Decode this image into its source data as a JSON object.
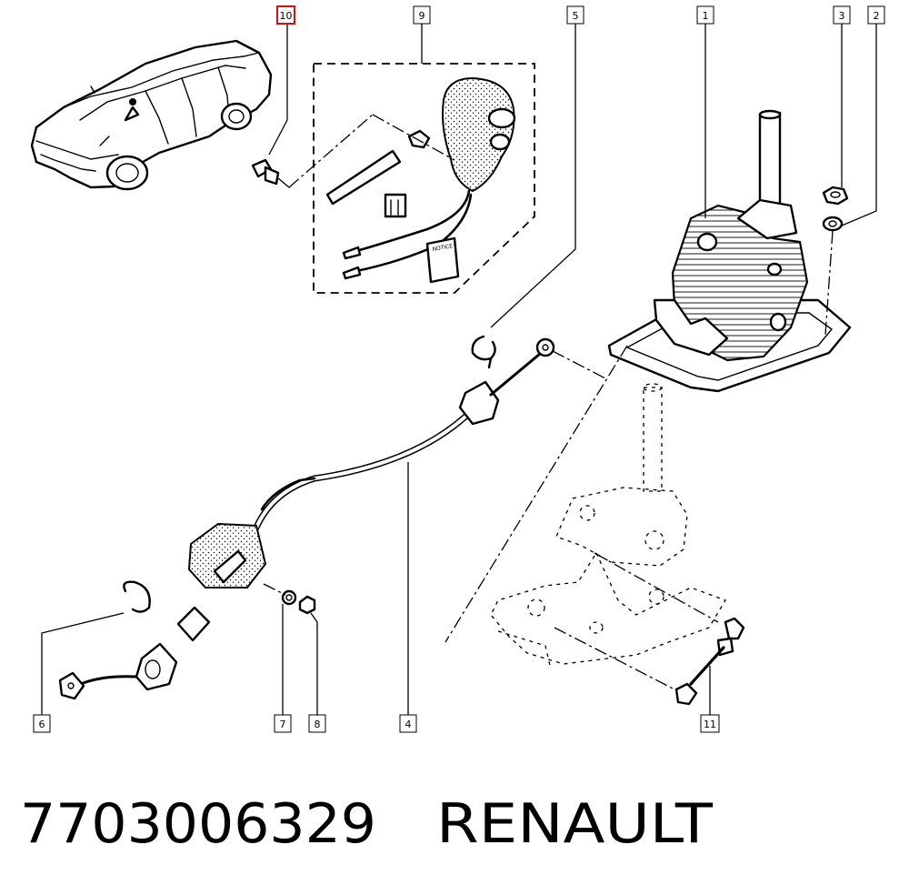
{
  "part_number": "7703006329",
  "brand": "RENAULT",
  "accent_color": "#c4141c",
  "callouts": [
    {
      "id": "10",
      "label": "10",
      "highlighted": true
    },
    {
      "id": "9",
      "label": "9",
      "highlighted": false
    },
    {
      "id": "5",
      "label": "5",
      "highlighted": false
    },
    {
      "id": "1",
      "label": "1",
      "highlighted": false
    },
    {
      "id": "3",
      "label": "3",
      "highlighted": false
    },
    {
      "id": "2",
      "label": "2",
      "highlighted": false
    },
    {
      "id": "6",
      "label": "6",
      "highlighted": false
    },
    {
      "id": "7",
      "label": "7",
      "highlighted": false
    },
    {
      "id": "8",
      "label": "8",
      "highlighted": false
    },
    {
      "id": "4",
      "label": "4",
      "highlighted": false
    },
    {
      "id": "11",
      "label": "11",
      "highlighted": false
    }
  ],
  "notice_label": "NOTICE"
}
